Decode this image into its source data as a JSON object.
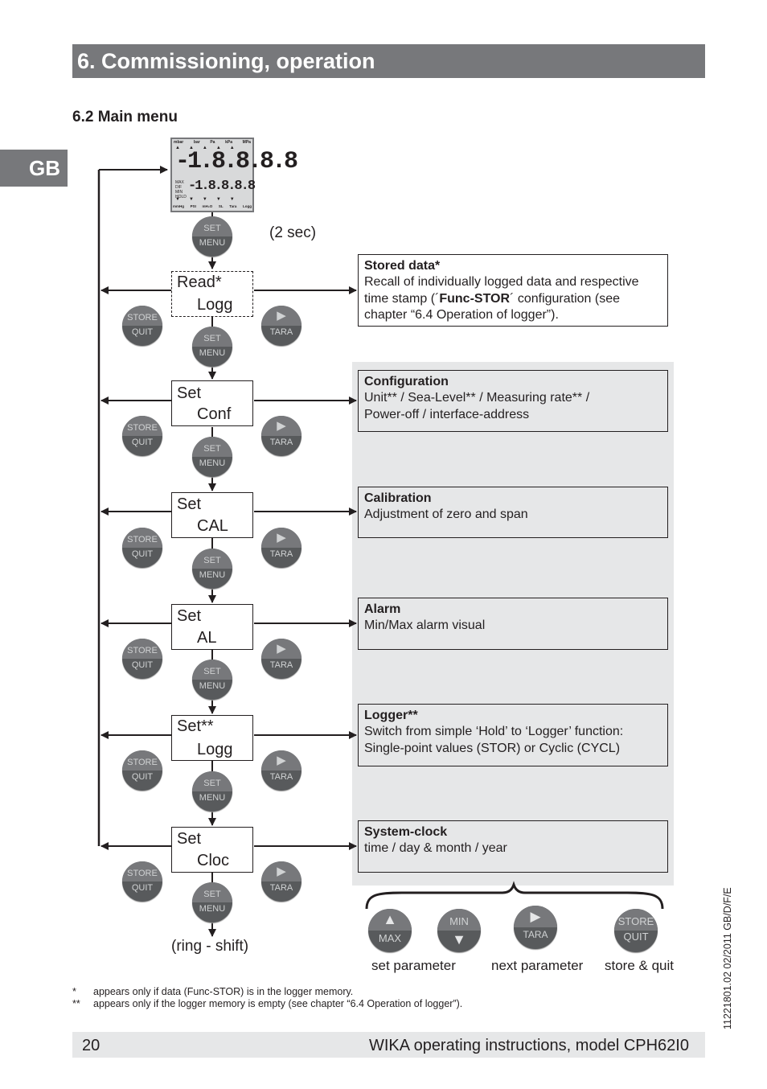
{
  "header": {
    "title": "6. Commissioning, operation",
    "lang_tab": "GB"
  },
  "section": {
    "title": "6.2 Main menu"
  },
  "display": {
    "units": [
      "mbar",
      "bar",
      "Pa",
      "kPa",
      "MPa"
    ],
    "main_value": "-1.8.8.8.8",
    "sub_value": "-1.8.8.8.8",
    "sub_labels": "MAX DIF MIN HOLD",
    "bottom_labels": [
      "mmHg",
      "PSI",
      "mH₂O",
      "SL",
      "Tara",
      "Logg"
    ]
  },
  "flow": {
    "hold_note": "(2 sec)",
    "end_note": "(ring - shift)",
    "menu_items": [
      {
        "line1": "Read*",
        "line2": "Logg"
      },
      {
        "line1": "Set",
        "line2": "Conf"
      },
      {
        "line1": "Set",
        "line2": "CAL"
      },
      {
        "line1": "Set",
        "line2": "AL"
      },
      {
        "line1": "Set**",
        "line2": "Logg"
      },
      {
        "line1": "Set",
        "line2": "Cloc"
      }
    ]
  },
  "info_boxes": [
    {
      "title": "Stored data*",
      "body_pre": "Recall of individually logged data and respective time stamp (´",
      "body_bold": "Func-STOR",
      "body_post": "´ configuration (see chapter “6.4 Operation of logger”)."
    },
    {
      "title": "Configuration",
      "body": "Unit** / Sea-Level** / Measuring rate** / Power-off / interface-address"
    },
    {
      "title": "Calibration",
      "body": "Adjustment of zero and span"
    },
    {
      "title": "Alarm",
      "body": "Min/Max alarm visual"
    },
    {
      "title": "Logger**",
      "body": "Switch from simple ‘Hold’ to ‘Logger’ function: Single-point values (STOR) or Cyclic (CYCL)"
    },
    {
      "title": "System-clock",
      "body": "time / day & month / year"
    }
  ],
  "buttons": {
    "set_menu": {
      "top": "SET",
      "bottom": "MENU"
    },
    "store_quit": {
      "top": "STORE",
      "bottom": "QUIT"
    },
    "tara": {
      "bottom": "TARA"
    },
    "max": {
      "bottom": "MAX"
    },
    "min": {
      "top": "MIN"
    }
  },
  "legend": {
    "set_parameter": "set parameter",
    "next_parameter": "next parameter",
    "store_quit": "store & quit"
  },
  "footnotes": [
    {
      "mark": "*",
      "text": "appears only if data (Func-STOR) is in the logger memory."
    },
    {
      "mark": "**",
      "text": "appears only if the logger memory is empty (see chapter “6.4 Operation of logger”)."
    }
  ],
  "footer": {
    "page": "20",
    "text": "WIKA operating instructions, model CPH62I0",
    "doc_id": "11221801.02 02/2011 GB/D/F/E"
  }
}
